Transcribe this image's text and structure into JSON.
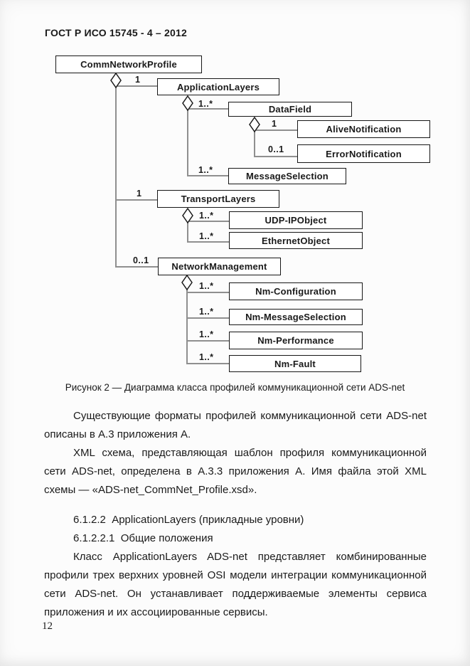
{
  "page": {
    "header": "ГОСТ Р ИСО 15745 - 4 – 2012",
    "page_number": "12"
  },
  "diagram": {
    "caption": "Рисунок 2 — Диаграмма класса профилей коммуникационной сети ADS-net",
    "nodes": {
      "comm_network_profile": "CommNetworkProfile",
      "application_layers": "ApplicationLayers",
      "data_field": "DataField",
      "alive_notification": "AliveNotification",
      "error_notification": "ErrorNotification",
      "message_selection": "MessageSelection",
      "transport_layers": "TransportLayers",
      "udp_ip_object": "UDP-IPObject",
      "ethernet_object": "EthernetObject",
      "network_management": "NetworkManagement",
      "nm_configuration": "Nm-Configuration",
      "nm_message_selection": "Nm-MessageSelection",
      "nm_performance": "Nm-Performance",
      "nm_fault": "Nm-Fault"
    },
    "multiplicities": {
      "application_layers": "1",
      "data_field": "1..*",
      "alive_notification": "1",
      "error_notification": "0..1",
      "message_selection": "1..*",
      "transport_layers": "1",
      "udp_ip_object": "1..*",
      "ethernet_object": "1..*",
      "network_management": "0..1",
      "nm_configuration": "1..*",
      "nm_message_selection": "1..*",
      "nm_performance": "1..*",
      "nm_fault": "1..*"
    },
    "colors": {
      "association_line": "#8f8f8f",
      "ink": "#1a1a1a"
    }
  },
  "body": {
    "para1": "Существующие форматы профилей коммуникационной сети ADS-net описаны в А.3 приложения А.",
    "para2": "XML схема, представляющая шаблон профиля коммуникационной сети ADS-net, определена в А.3.3 приложения А. Имя файла этой XML схемы — «ADS-net_CommNet_Profile.xsd».",
    "heading1": "6.1.2.2  ApplicationLayers (прикладные уровни)",
    "heading2": "6.1.2.2.1  Общие положения",
    "para3": "Класс ApplicationLayers ADS-net представляет комбинированные профили трех верхних уровней OSI модели интеграции коммуникационной сети ADS-net. Он устанавливает поддерживаемые элементы сервиса приложения и их ассоциированные сервисы."
  }
}
